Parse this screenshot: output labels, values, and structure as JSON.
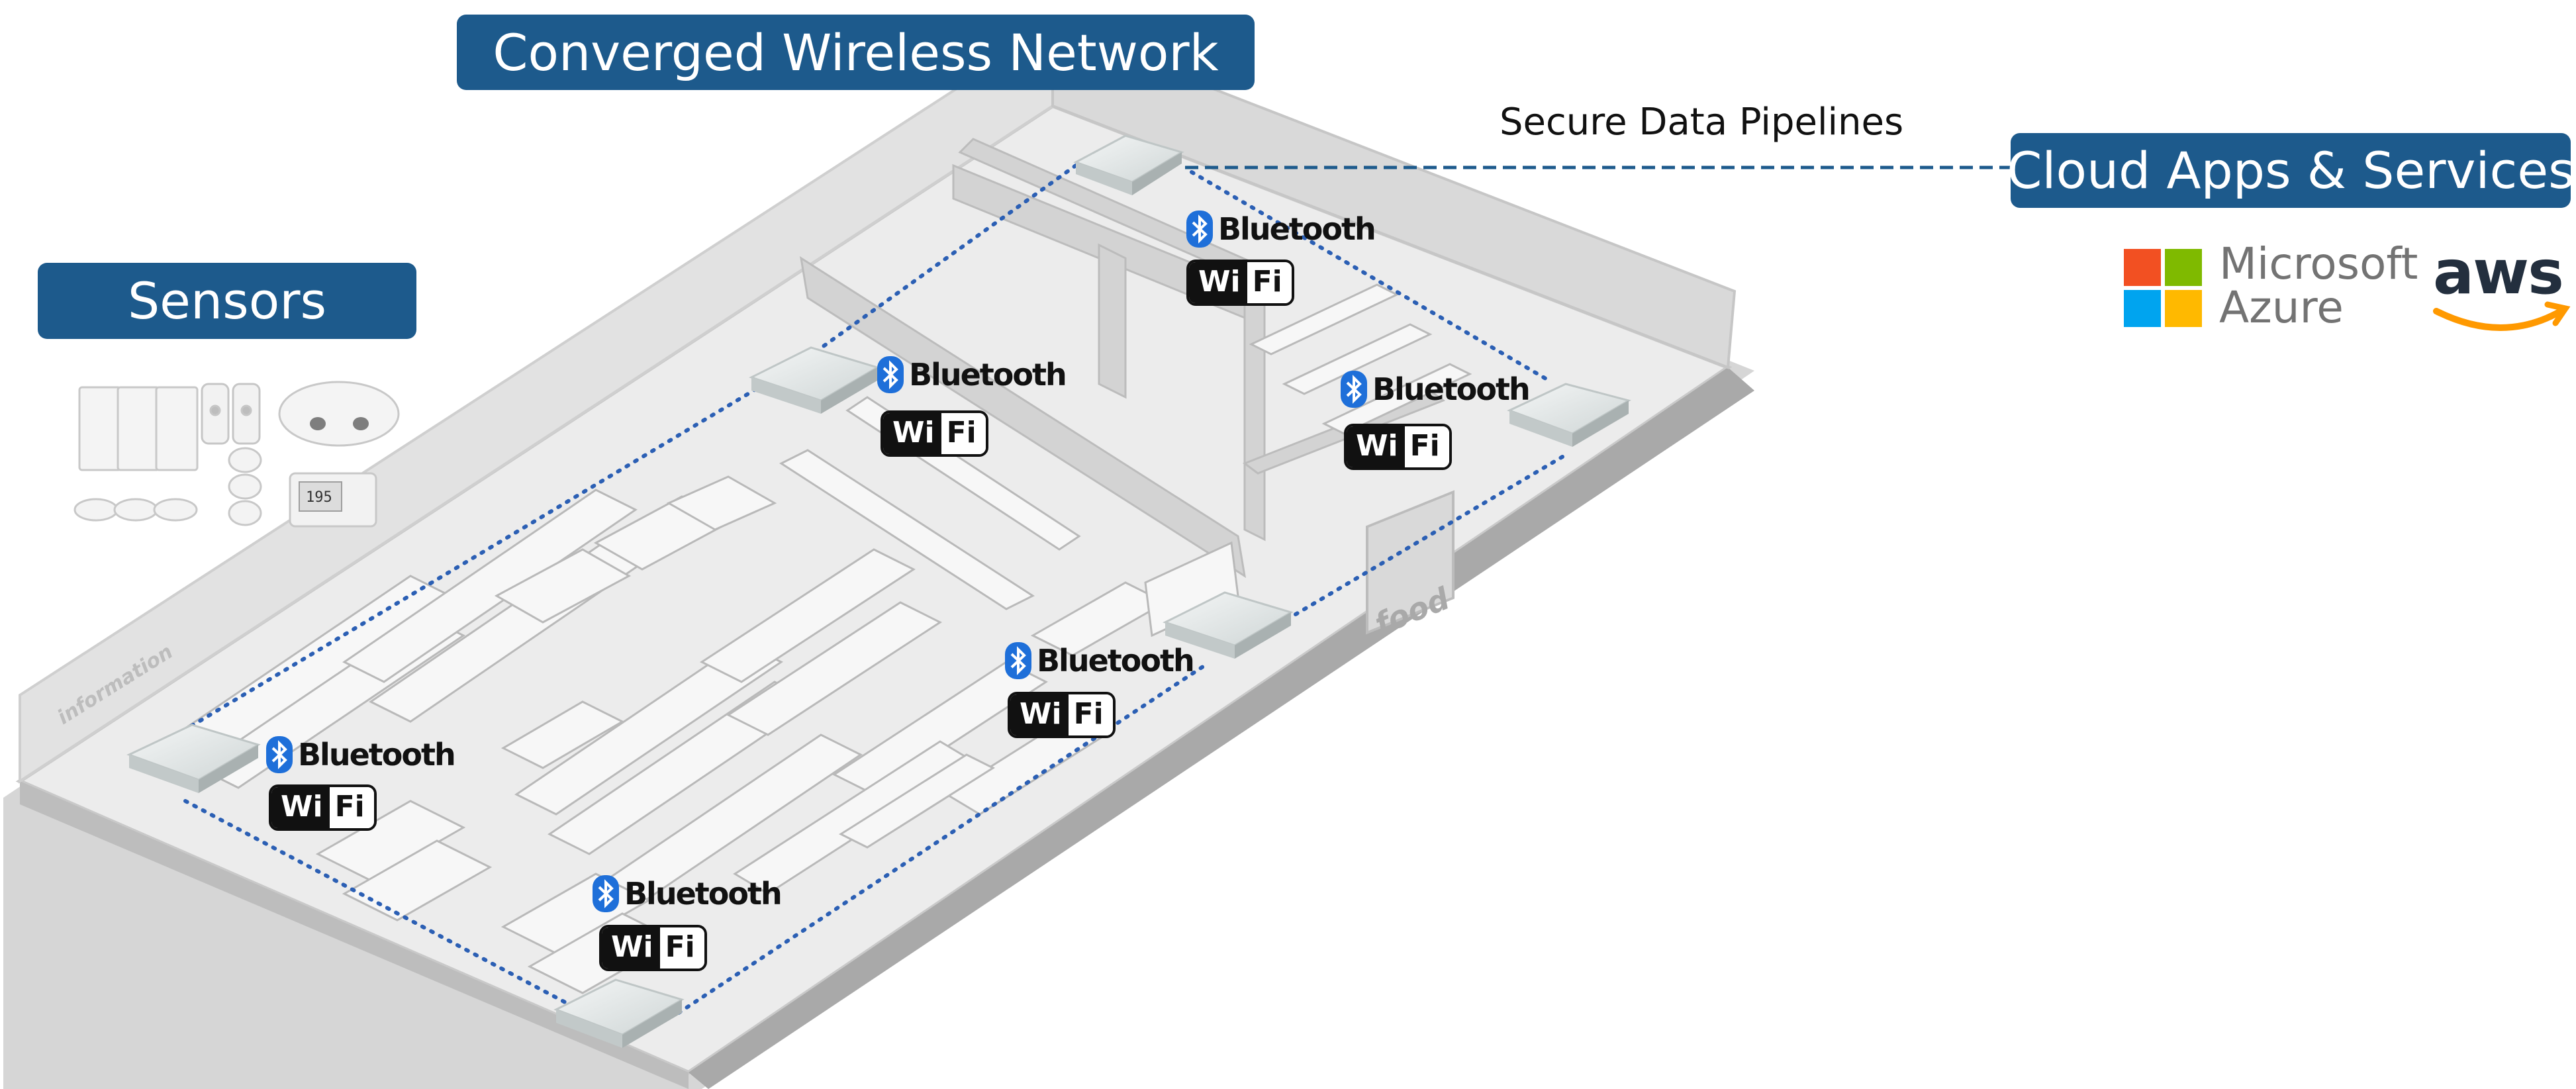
{
  "banners": {
    "network": "Converged Wireless Network",
    "sensors": "Sensors",
    "cloud": "Cloud Apps & Services"
  },
  "pipeline_label": "Secure Data Pipelines",
  "badges": {
    "bluetooth": "Bluetooth",
    "wifi_left": "Wi",
    "wifi_right": "Fi"
  },
  "floor_labels": {
    "information": "information",
    "food": "food"
  },
  "sensor_display": "195",
  "cloud_providers": {
    "microsoft_line1": "Microsoft",
    "microsoft_line2": "Azure",
    "aws": "aws"
  },
  "colors": {
    "banner": "#1d5a8c",
    "link_dots": "#2b5fb4",
    "bluetooth": "#1e6fd9",
    "ms_red": "#f25022",
    "ms_green": "#7fba00",
    "ms_blue": "#00a4ef",
    "ms_yellow": "#ffb900",
    "aws_orange": "#ff9900"
  }
}
